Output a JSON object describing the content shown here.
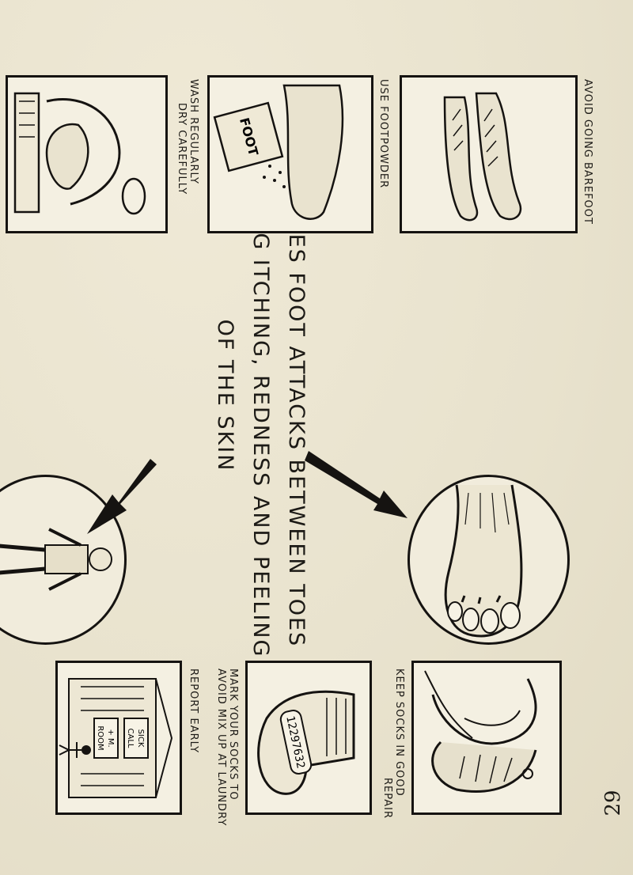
{
  "page_number": "29",
  "headline": {
    "line1": "ATHLETES FOOT ATTACKS BETWEEN TOES",
    "line2": "CAUSING ITCHING, REDNESS AND PEELING",
    "line3": "OF THE SKIN"
  },
  "left_column_captions": [
    {
      "line1": "KEEP SOCKS IN GOOD",
      "line2": "REPAIR"
    },
    {
      "line1": "MARK YOUR SOCKS TO",
      "line2": "AVOID MIX UP AT LAUNDRY"
    },
    {
      "line1": "REPORT EARLY",
      "line2": ""
    }
  ],
  "right_column_captions": [
    {
      "line1": "AVOID GOING BAREFOOT",
      "line2": ""
    },
    {
      "line1": "USE FOOTPOWDER",
      "line2": ""
    },
    {
      "line1": "WASH REGULARLY",
      "line2": "DRY CAREFULLY"
    }
  ],
  "illustration_text": {
    "sock_tag": "12297632",
    "sick_call_sign_line1": "SICK",
    "sick_call_sign_line2": "CALL",
    "aid_sign_line1": "+ M.",
    "aid_sign_line2": "ROOM",
    "powder_can_label": "FOOT"
  },
  "colors": {
    "paper": "#ebe6d3",
    "ink": "#151311"
  }
}
